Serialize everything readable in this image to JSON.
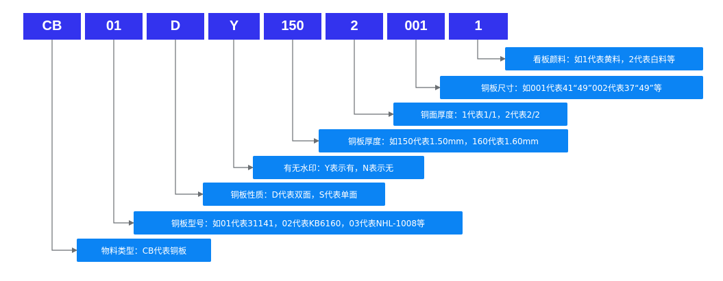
{
  "code_segments": [
    "CB",
    "01",
    "D",
    "Y",
    "150",
    "2",
    "001",
    "1"
  ],
  "descriptions": [
    "看板颜料：如1代表黄料，2代表白料等",
    "铜板尺寸：如001代表41“49”002代表37“49”等",
    "铜面厚度：1代表1/1，2代表2/2",
    "铜板厚度：如150代表1.50mm，160代表1.60mm",
    "有无水印：Y表示有，N表示无",
    "铜板性质：D代表双面，S代表单面",
    "铜板型号：如01代表31141，02代表KB6160，03代表NHL-1008等",
    "物料类型：CB代表铜板"
  ],
  "colors": {
    "code_box": "#3333ee",
    "desc_box": "#0b84f4",
    "connector": "#6b6f73"
  }
}
